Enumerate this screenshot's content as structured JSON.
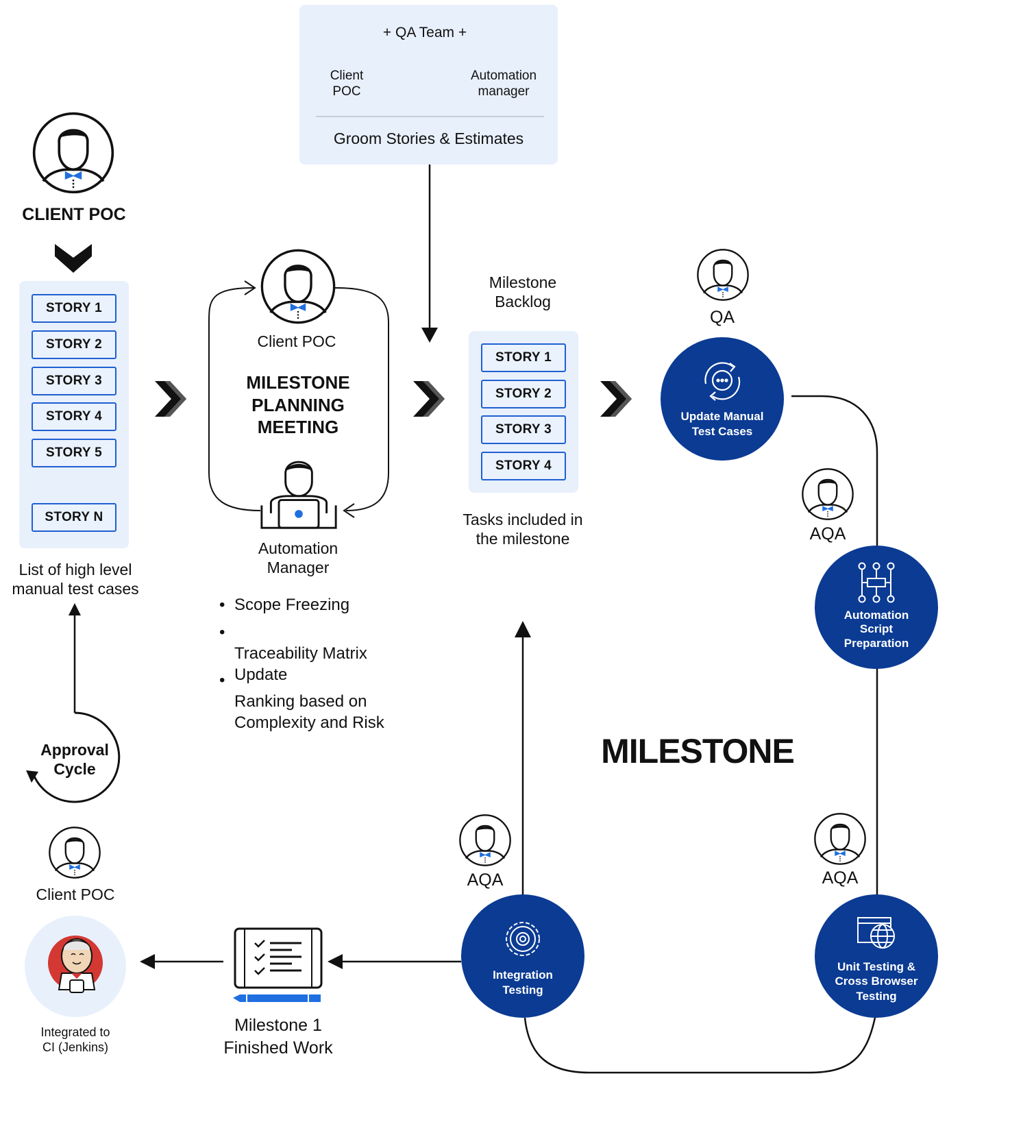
{
  "top_panel": {
    "plus_team": "+ QA Team +",
    "client_poc": "Client\nPOC",
    "automation_manager": "Automation\nmanager",
    "caption": "Groom Stories & Estimates"
  },
  "left_column": {
    "heading": "CLIENT POC",
    "stories": [
      "STORY 1",
      "STORY 2",
      "STORY 3",
      "STORY 4",
      "STORY 5",
      "STORY N"
    ],
    "caption": "List of high level\nmanual test cases",
    "approval": "Approval\nCycle",
    "client_poc_bottom": "Client POC",
    "jenkins_caption": "Integrated to\nCI (Jenkins)"
  },
  "planning": {
    "client_poc": "Client POC",
    "title": "MILESTONE\nPLANNING\nMEETING",
    "automation_manager": "Automation\nManager",
    "bullets": [
      "Scope Freezing",
      "Traceability Matrix\nUpdate",
      "Ranking based on\nComplexity and Risk"
    ]
  },
  "backlog": {
    "heading": "Milestone\nBacklog",
    "stories": [
      "STORY 1",
      "STORY 2",
      "STORY 3",
      "STORY 4"
    ],
    "caption": "Tasks included in\nthe milestone"
  },
  "milestone": {
    "title": "MILESTONE",
    "steps": [
      {
        "role": "QA",
        "label": "Update Manual\nTest Cases",
        "icon": "refresh-cycle-icon"
      },
      {
        "role": "AQA",
        "label": "Automation\nScript\nPreparation",
        "icon": "flow-nodes-icon"
      },
      {
        "role": "AQA",
        "label": "Unit Testing &\nCross Browser\nTesting",
        "icon": "browser-globe-icon"
      },
      {
        "role": "AQA",
        "label": "Integration\nTesting",
        "icon": "gear-icon"
      }
    ],
    "finished": "Milestone 1\nFinished Work"
  },
  "colors": {
    "navy": "#0b3b93",
    "accent_blue": "#1f6fe0",
    "panel_bg": "#e8f0fc",
    "dark": "#111111"
  }
}
